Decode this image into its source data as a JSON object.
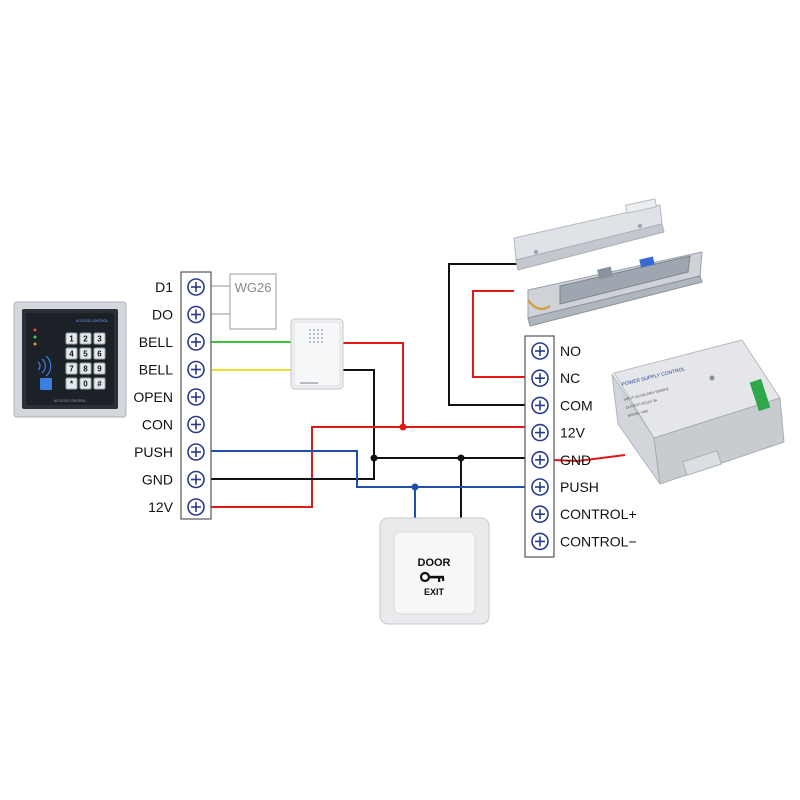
{
  "colors": {
    "red_wire": "#e01818",
    "black_wire": "#111111",
    "blue_wire": "#1f4fa8",
    "green_wire": "#3cc43c",
    "yellow_wire": "#f0e030",
    "terminal_fill": "#ffffff",
    "screw_stroke": "#2a3a8a",
    "keypad_blue": "#2a64b8"
  },
  "left_terminals": [
    "D1",
    "DO",
    "BELL",
    "BELL",
    "OPEN",
    "CON",
    "PUSH",
    "GND",
    "12V"
  ],
  "right_terminals": [
    "NO",
    "NC",
    "COM",
    "12V",
    "GND",
    "PUSH",
    "CONTROL+",
    "CONTROL−"
  ],
  "wiegand": {
    "label": "WG26"
  },
  "exit_button": {
    "line1": "DOOR",
    "line2": "EXIT",
    "icon": "key-icon"
  },
  "power_supply": {
    "title": "POWER SUPPLY CONTROL",
    "text_lines": [
      "INPUT: AC100-240V 50/60HZ",
      "OUTPUT: DC12V 3A",
      "MODEL: K80"
    ]
  },
  "keypad": {
    "keys": [
      "1",
      "2",
      "3",
      "4",
      "5",
      "6",
      "7",
      "8",
      "9",
      "*",
      "0",
      "#"
    ],
    "header": "ACCESS CONTROL",
    "footer": "ACCESS CONTROL"
  }
}
